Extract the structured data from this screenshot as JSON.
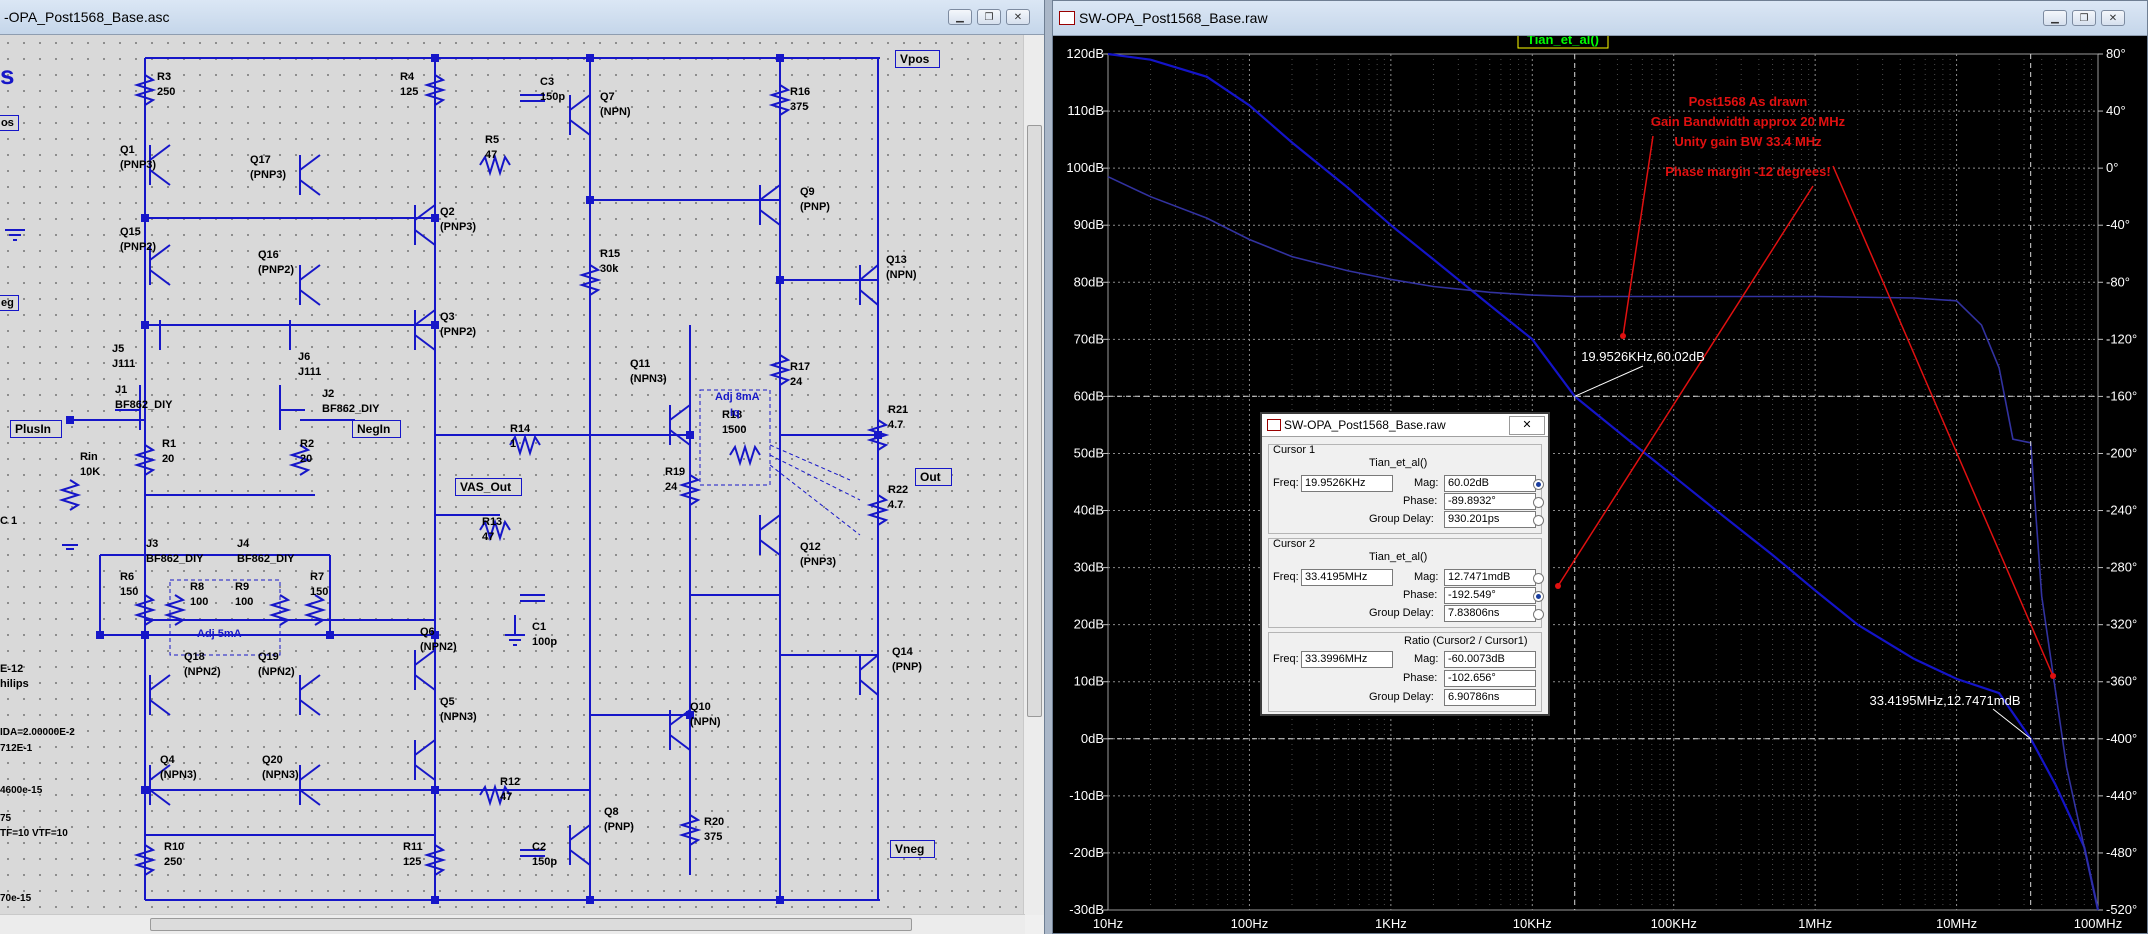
{
  "schematic_window": {
    "title": "-OPA_Post1568_Base.asc",
    "net_labels": [
      "Vpos",
      "Vneg",
      "PlusIn",
      "NegIn",
      "VAS_Out",
      "Out"
    ],
    "left_cut_text": [
      "s",
      "os",
      "eg",
      "C 1",
      "E-12",
      "hilips",
      "IDA=2.00000E-2",
      "712E-1",
      "4600e-15",
      "75",
      "TF=10  VTF=10",
      "70e-15"
    ],
    "adjust_labels": [
      "Adj 8mA",
      "Iq",
      "Adj 5mA"
    ],
    "components": [
      {
        "ref": "R3",
        "val": "250"
      },
      {
        "ref": "R4",
        "val": "125"
      },
      {
        "ref": "C3",
        "val": "150p"
      },
      {
        "ref": "Q7",
        "val": "(NPN)"
      },
      {
        "ref": "R16",
        "val": "375"
      },
      {
        "ref": "R5",
        "val": "47"
      },
      {
        "ref": "Q1",
        "val": "(PNP3)"
      },
      {
        "ref": "Q17",
        "val": "(PNP3)"
      },
      {
        "ref": "Q2",
        "val": "(PNP3)"
      },
      {
        "ref": "Q9",
        "val": "(PNP)"
      },
      {
        "ref": "Q15",
        "val": "(PNP2)"
      },
      {
        "ref": "Q16",
        "val": "(PNP2)"
      },
      {
        "ref": "R15",
        "val": "30k"
      },
      {
        "ref": "Q13",
        "val": "(NPN)"
      },
      {
        "ref": "Q3",
        "val": "(PNP2)"
      },
      {
        "ref": "J5",
        "val": "J111"
      },
      {
        "ref": "J6",
        "val": "J111"
      },
      {
        "ref": "Q11",
        "val": "(NPN3)"
      },
      {
        "ref": "R17",
        "val": "24"
      },
      {
        "ref": "J1",
        "val": "BF862_DIY"
      },
      {
        "ref": "J2",
        "val": "BF862_DIY"
      },
      {
        "ref": "R14",
        "val": "1"
      },
      {
        "ref": "R21",
        "val": "4.7"
      },
      {
        "ref": "R1",
        "val": "20"
      },
      {
        "ref": "R2",
        "val": "20"
      },
      {
        "ref": "Rin",
        "val": "10K"
      },
      {
        "ref": "R18",
        "val": "1500"
      },
      {
        "ref": "R19",
        "val": "24"
      },
      {
        "ref": "R22",
        "val": "4.7"
      },
      {
        "ref": "R13",
        "val": "47"
      },
      {
        "ref": "J3",
        "val": "BF862_DIY"
      },
      {
        "ref": "J4",
        "val": "BF862_DIY"
      },
      {
        "ref": "Q12",
        "val": "(PNP3)"
      },
      {
        "ref": "C1",
        "val": "100p"
      },
      {
        "ref": "R6",
        "val": "150"
      },
      {
        "ref": "R8",
        "val": "100"
      },
      {
        "ref": "R9",
        "val": "100"
      },
      {
        "ref": "R7",
        "val": "150"
      },
      {
        "ref": "Q6",
        "val": "(NPN2)"
      },
      {
        "ref": "Q18",
        "val": "(NPN2)"
      },
      {
        "ref": "Q19",
        "val": "(NPN2)"
      },
      {
        "ref": "Q14",
        "val": "(PNP)"
      },
      {
        "ref": "Q10",
        "val": "(NPN)"
      },
      {
        "ref": "Q5",
        "val": "(NPN3)"
      },
      {
        "ref": "Q4",
        "val": "(NPN3)"
      },
      {
        "ref": "Q20",
        "val": "(NPN3)"
      },
      {
        "ref": "R12",
        "val": "47"
      },
      {
        "ref": "Q8",
        "val": "(PNP)"
      },
      {
        "ref": "C2",
        "val": "150p"
      },
      {
        "ref": "R10",
        "val": "250"
      },
      {
        "ref": "R11",
        "val": "125"
      },
      {
        "ref": "R20",
        "val": "375"
      }
    ]
  },
  "plot_window": {
    "title": "SW-OPA_Post1568_Base.raw",
    "trace_label": "Tian_et_al()",
    "annotations": [
      "Post1568 As drawn",
      "Gain Bandwidth approx 20 MHz",
      "Unity gain BW 33.4 MHz",
      "Phase margin -12 degrees!"
    ],
    "cursor1_tag": "19.9526KHz,60.02dB",
    "cursor2_tag": "33.4195MHz,12.7471mdB"
  },
  "chart_data": {
    "type": "line",
    "xscale": "log",
    "xlim_hz": [
      10,
      100000000
    ],
    "x_ticks": [
      "10Hz",
      "100Hz",
      "1KHz",
      "10KHz",
      "100KHz",
      "1MHz",
      "10MHz",
      "100MHz"
    ],
    "ylim_left_db": [
      -30,
      120
    ],
    "y_left_ticks": [
      "120dB",
      "110dB",
      "100dB",
      "90dB",
      "80dB",
      "70dB",
      "60dB",
      "50dB",
      "40dB",
      "30dB",
      "20dB",
      "10dB",
      "0dB",
      "-10dB",
      "-20dB",
      "-30dB"
    ],
    "ylim_right_deg": [
      -520,
      80
    ],
    "y_right_ticks": [
      "80°",
      "40°",
      "0°",
      "-40°",
      "-80°",
      "-120°",
      "-160°",
      "-200°",
      "-240°",
      "-280°",
      "-320°",
      "-360°",
      "-400°",
      "-440°",
      "-480°",
      "-520°"
    ],
    "grid": true,
    "series": [
      {
        "name": "Tian_et_al()",
        "color": "#1414c8",
        "x": [
          10,
          20,
          50,
          100,
          200,
          500,
          1000,
          2000,
          5000,
          10000,
          19952.6,
          50000,
          100000,
          200000,
          500000,
          1000000,
          2000000,
          5000000,
          10000000,
          20000000,
          33419500,
          50000000,
          80000000,
          100000000
        ],
        "y": [
          120,
          119,
          116,
          111,
          104.5,
          96.5,
          90,
          84,
          76,
          70,
          60.02,
          52,
          46,
          40,
          32.2,
          26,
          20,
          14,
          10.5,
          8,
          0.0127,
          -8,
          -19,
          -30
        ]
      },
      {
        "name": "Tian_et_al() phase",
        "color": "#3232a0",
        "axis": "right",
        "x": [
          10,
          20,
          50,
          100,
          200,
          500,
          1000,
          2000,
          5000,
          10000,
          20000,
          50000,
          100000,
          1000000,
          5000000,
          10000000,
          15000000,
          20000000,
          25000000,
          33419500,
          40000000,
          60000000,
          100000000
        ],
        "y": [
          -6,
          -20,
          -35,
          -50,
          -62,
          -72,
          -78,
          -83,
          -87,
          -89,
          -90,
          -90,
          -90,
          -90,
          -91,
          -93,
          -110,
          -140,
          -190,
          -192.5,
          -300,
          -420,
          -520
        ]
      }
    ],
    "cursor1": {
      "freq_hz": 19952.6,
      "mag_db": 60.02
    },
    "cursor2": {
      "freq_hz": 33419500,
      "mag_db": 0.0127
    }
  },
  "cursor_dialog": {
    "title": "SW-OPA_Post1568_Base.raw",
    "close": "✕",
    "cursor1": {
      "section": "Cursor 1",
      "trace": "Tian_et_al()",
      "freq_label": "Freq:",
      "freq": "19.9526KHz",
      "mag_label": "Mag:",
      "mag": "60.02dB",
      "phase_label": "Phase:",
      "phase": "-89.8932°",
      "gd_label": "Group Delay:",
      "gd": "930.201ps"
    },
    "cursor2": {
      "section": "Cursor 2",
      "trace": "Tian_et_al()",
      "freq_label": "Freq:",
      "freq": "33.4195MHz",
      "mag_label": "Mag:",
      "mag": "12.7471mdB",
      "phase_label": "Phase:",
      "phase": "-192.549°",
      "gd_label": "Group Delay:",
      "gd": "7.83806ns"
    },
    "ratio": {
      "label": "Ratio (Cursor2 / Cursor1)",
      "freq_label": "Freq:",
      "freq": "33.3996MHz",
      "mag_label": "Mag:",
      "mag": "-60.0073dB",
      "phase_label": "Phase:",
      "phase": "-102.656°",
      "gd_label": "Group Delay:",
      "gd": "6.90786ns"
    }
  }
}
